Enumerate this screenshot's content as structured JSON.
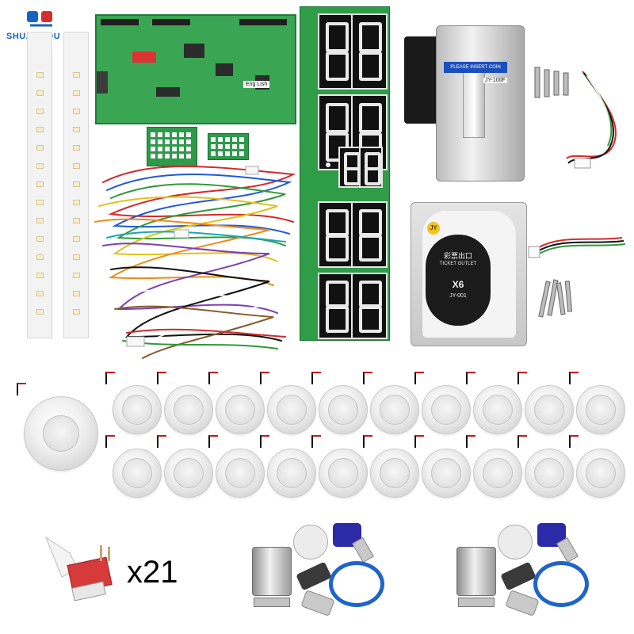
{
  "logo": {
    "text": "SHUANGQU",
    "brand_color": "#1565c0"
  },
  "main_board": {
    "label": "Eng Lish"
  },
  "coin_acceptor": {
    "plate_label": "PLEASE INSERT COIN",
    "model": "JY-100F"
  },
  "ticket_dispenser": {
    "cn_label": "彩票出口",
    "en_label": "TICKET OUTLET",
    "brand": "JY",
    "model_line": "JY-001",
    "series": "X6"
  },
  "switch": {
    "quantity_label": "x21"
  },
  "colors": {
    "pcb_green": "#2f9a4c",
    "display_digit": "#111111",
    "key_blue": "#2d2aa8",
    "ring_blue": "#1f64c8"
  }
}
